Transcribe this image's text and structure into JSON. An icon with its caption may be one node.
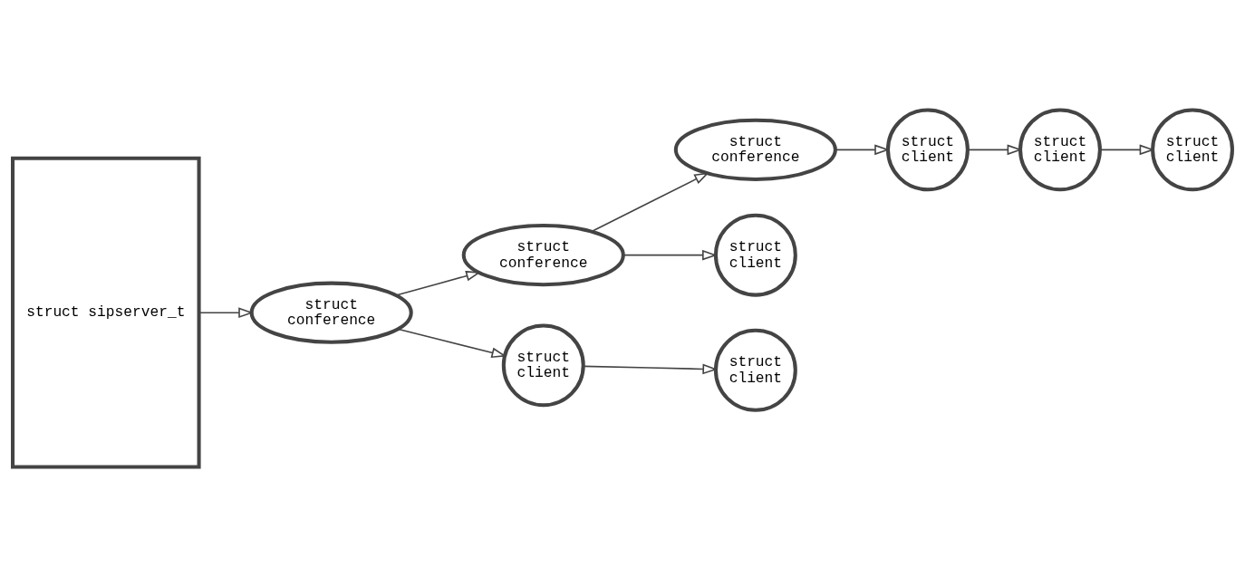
{
  "diagram": {
    "nodes": [
      {
        "text": [
          "struct sipserver_t"
        ]
      },
      {
        "text": [
          "struct conference"
        ]
      },
      {
        "text": [
          "struct conference"
        ]
      },
      {
        "text": [
          "struct conference"
        ]
      },
      {
        "text": [
          "struct client"
        ]
      },
      {
        "text": [
          "struct client"
        ]
      },
      {
        "text": [
          "struct client"
        ]
      },
      {
        "text": [
          "struct client"
        ]
      },
      {
        "text": [
          "struct client"
        ]
      },
      {
        "text": [
          "struct client"
        ]
      }
    ],
    "edges": [
      {
        "from": 0,
        "to": 1,
        "arrow": "to"
      },
      {
        "from": 1,
        "to": 2,
        "arrow": "to"
      },
      {
        "from": 2,
        "to": 3,
        "arrow": "to"
      },
      {
        "from": 3,
        "to": 7,
        "arrow": "to"
      },
      {
        "from": 7,
        "to": 8,
        "arrow": "to"
      },
      {
        "from": 8,
        "to": 9,
        "arrow": "to"
      },
      {
        "from": 2,
        "to": 6,
        "arrow": "to"
      },
      {
        "from": 1,
        "to": 4,
        "arrow": "to"
      },
      {
        "from": 4,
        "to": 5,
        "arrow": "to"
      }
    ]
  }
}
